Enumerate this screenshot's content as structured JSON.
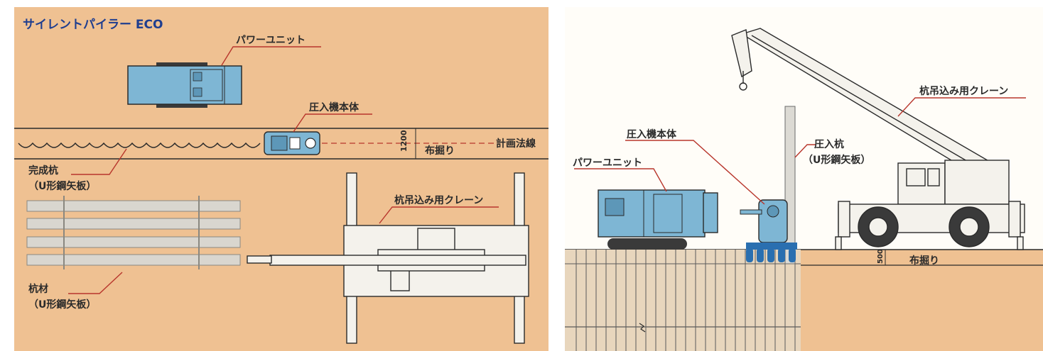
{
  "plan": {
    "title": "サイレントパイラー ECO",
    "power_unit": "パワーユニット",
    "press_machine": "圧入機本体",
    "dim_1200": "1200",
    "trench": "布掘り",
    "design_line": "計画法線",
    "completed_pile_1": "完成杭",
    "completed_pile_2": "（U形鋼矢板）",
    "crane": "杭吊込み用クレーン",
    "pile_material_1": "杭材",
    "pile_material_2": "（U形鋼矢板）"
  },
  "elevation": {
    "crane": "杭吊込み用クレーン",
    "press_machine": "圧入機本体",
    "press_pile_1": "圧入杭",
    "press_pile_2": "（U形鋼矢板）",
    "power_unit": "パワーユニット",
    "dim_500": "500",
    "trench": "布掘り"
  },
  "colors": {
    "ground": "#efc192",
    "machine_blue": "#7eb6d4",
    "leader": "#b8362c",
    "outline": "#2a2a2a",
    "pile": "#d9d6cf",
    "crane_body": "#f4f2ec",
    "title": "#1f3e8f"
  }
}
